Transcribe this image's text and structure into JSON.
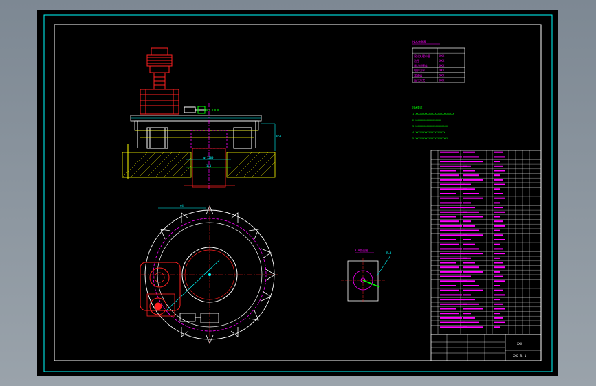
{
  "drawing": {
    "title_block_name": "XXX",
    "title_block_code": "ZXG-ZL-1",
    "spec_table_title": "技术参数表",
    "spec_rows": [
      {
        "label": "设计处理水量",
        "value": "XXX"
      },
      {
        "label": "池径",
        "value": "XXX"
      },
      {
        "label": "周边线速度",
        "value": "XXX"
      },
      {
        "label": "电机功率",
        "value": "XXX"
      },
      {
        "label": "减速机",
        "value": "XXX"
      },
      {
        "label": "运行方式",
        "value": "XXX"
      }
    ],
    "notes": [
      "技术要求",
      "1.XXXXXXXXXXXXXXXXXXXXXXXXXX",
      "2.XXXXXXXXXXXXXXXXX",
      "3.XXXXXXXXXXXXXXXXXXXXXX",
      "4.XXXXXXXXXXXXXXXXXXXX",
      "5.XXXXXXXXXXXXXXXXXXXXXX"
    ],
    "detail_label": "A-A剖面图",
    "dim_labels": {
      "top_width": "φ 1200",
      "plan_dim": "Φ4",
      "detail_dim": "R=4",
      "side_dim": "650",
      "bottom_dim": "1:1"
    }
  }
}
